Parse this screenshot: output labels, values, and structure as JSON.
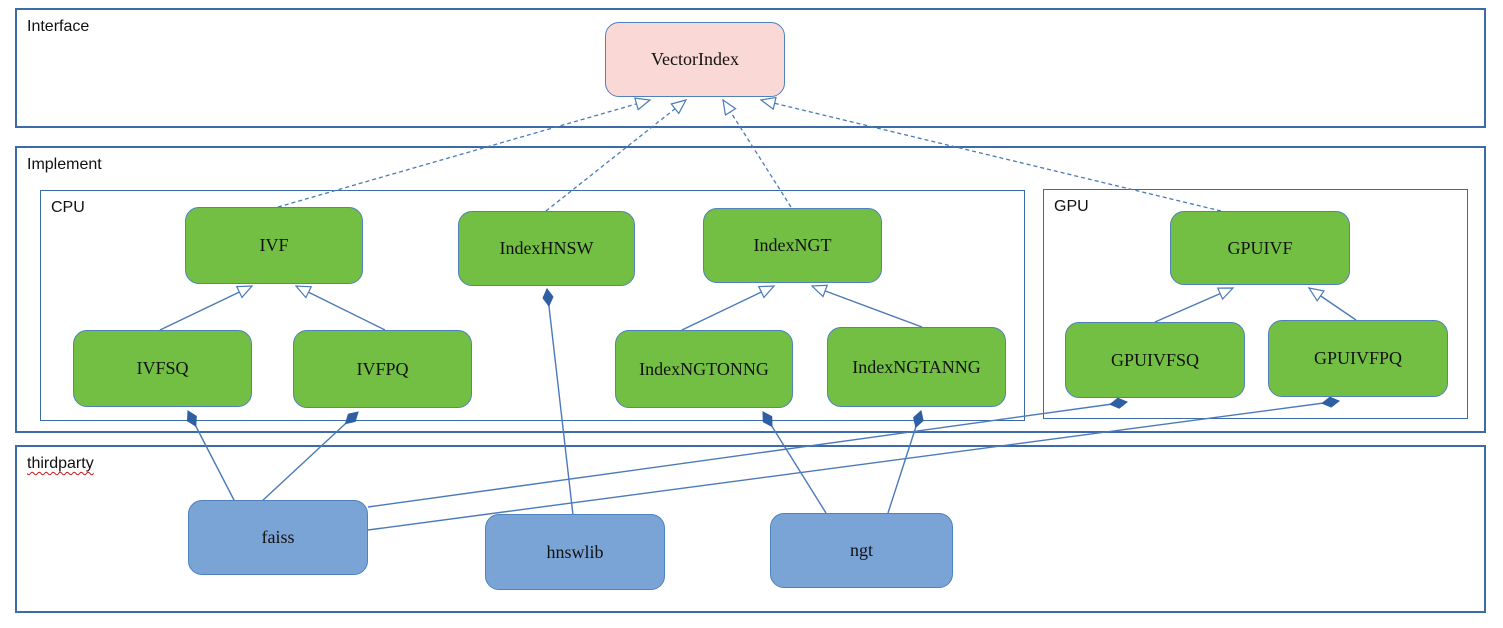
{
  "sections": {
    "interface": "Interface",
    "implement": "Implement",
    "cpu": "CPU",
    "gpu": "GPU",
    "thirdparty": "thirdparty"
  },
  "nodes": {
    "vectorindex": "VectorIndex",
    "ivf": "IVF",
    "indexhnsw": "IndexHNSW",
    "indexngt": "IndexNGT",
    "gpuivf": "GPUIVF",
    "ivfsq": "IVFSQ",
    "ivfpq": "IVFPQ",
    "indexngtonng": "IndexNGTONNG",
    "indexngtanng": "IndexNGTANNG",
    "gpuivfsq": "GPUIVFSQ",
    "gpuivfpq": "GPUIVFPQ",
    "faiss": "faiss",
    "hnswlib": "hnswlib",
    "ngt": "ngt"
  },
  "relationships": {
    "realization_dashed_hollow_arrow": [
      {
        "from": "IVF",
        "to": "VectorIndex"
      },
      {
        "from": "IndexHNSW",
        "to": "VectorIndex"
      },
      {
        "from": "IndexNGT",
        "to": "VectorIndex"
      },
      {
        "from": "GPUIVF",
        "to": "VectorIndex"
      }
    ],
    "inheritance_solid_hollow_arrow": [
      {
        "from": "IVFSQ",
        "to": "IVF"
      },
      {
        "from": "IVFPQ",
        "to": "IVF"
      },
      {
        "from": "IndexNGTONNG",
        "to": "IndexNGT"
      },
      {
        "from": "IndexNGTANNG",
        "to": "IndexNGT"
      },
      {
        "from": "GPUIVFSQ",
        "to": "GPUIVF"
      },
      {
        "from": "GPUIVFPQ",
        "to": "GPUIVF"
      }
    ],
    "composition_solid_filled_diamond": [
      {
        "from": "faiss",
        "to": "IVFSQ"
      },
      {
        "from": "faiss",
        "to": "IVFPQ"
      },
      {
        "from": "faiss",
        "to": "GPUIVFSQ"
      },
      {
        "from": "faiss",
        "to": "GPUIVFPQ"
      },
      {
        "from": "hnswlib",
        "to": "IndexHNSW"
      },
      {
        "from": "ngt",
        "to": "IndexNGTONNG"
      },
      {
        "from": "ngt",
        "to": "IndexNGTANNG"
      }
    ]
  },
  "colors": {
    "interface_node_fill": "#f9d8d5",
    "class_node_fill": "#72bf44",
    "thirdparty_node_fill": "#7ba4d6",
    "container_border": "#3c6ba8",
    "node_border": "#4f81bd",
    "edge_line": "#4a7ab8",
    "diamond_fill": "#2e5fa3",
    "spellcheck_underline": "#d01414"
  }
}
